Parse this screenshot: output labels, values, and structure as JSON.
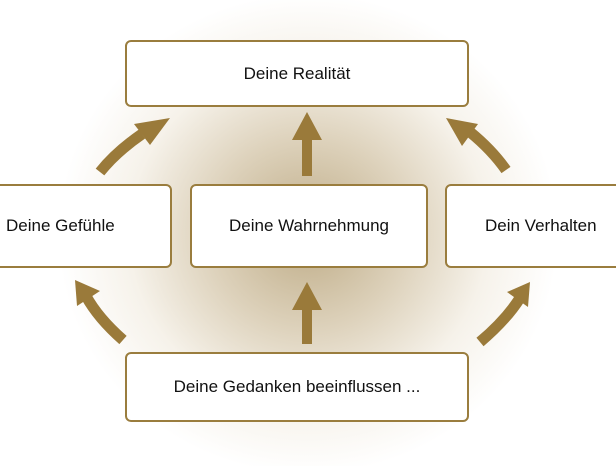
{
  "diagram": {
    "top_box": "Deine Realität",
    "left_box": "Deine Gefühle",
    "center_box": "Deine Wahrnehmung",
    "right_box": "Dein Verhalten",
    "bottom_box": "Deine Gedanken beeinflussen ..."
  },
  "colors": {
    "accent": "#9a7d3e",
    "arrow": "#9a7a3a",
    "text": "#111111"
  }
}
